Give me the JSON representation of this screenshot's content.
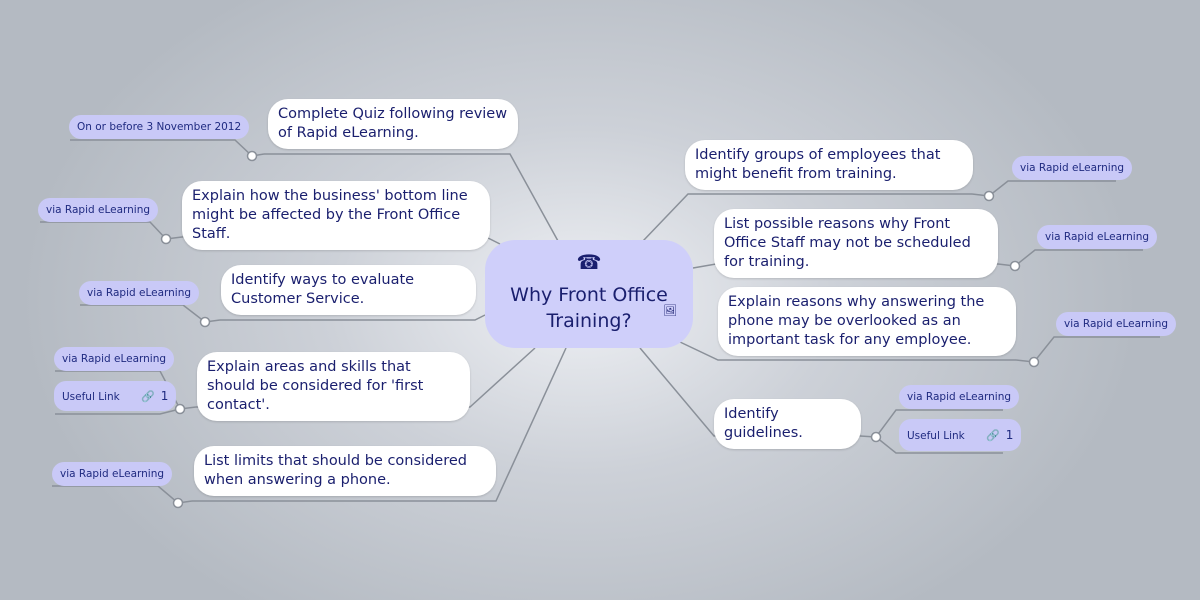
{
  "central": {
    "title": "Why Front Office Training?",
    "icon": "telephone-icon",
    "secondary_icon": "image-icon"
  },
  "branches": [
    {
      "text": "Complete Quiz following review of Rapid eLearning.",
      "notes": [
        {
          "label": "On or before 3 November 2012"
        }
      ]
    },
    {
      "text": "Explain how the business' bottom line might be affected by the Front Office Staff.",
      "notes": [
        {
          "label": "via Rapid eLearning"
        }
      ]
    },
    {
      "text": "Identify ways to evaluate Customer Service.",
      "notes": [
        {
          "label": "via Rapid eLearning"
        }
      ]
    },
    {
      "text": "Explain areas and skills that should be considered for 'first contact'.",
      "notes": [
        {
          "label": "via Rapid eLearning"
        },
        {
          "label": "Useful Link",
          "link_count": "1"
        }
      ]
    },
    {
      "text": "List limits that should be considered when answering a phone.",
      "notes": [
        {
          "label": "via Rapid eLearning"
        }
      ]
    },
    {
      "text": "Identify groups of employees that might benefit from training.",
      "notes": [
        {
          "label": "via Rapid eLearning"
        }
      ]
    },
    {
      "text": "List possible reasons why Front Office Staff may not be scheduled for training.",
      "notes": [
        {
          "label": "via Rapid eLearning"
        }
      ]
    },
    {
      "text": "Explain reasons why answering the phone may be overlooked as an important task for any employee.",
      "notes": [
        {
          "label": "via Rapid eLearning"
        }
      ]
    },
    {
      "text": "Identify guidelines.",
      "notes": [
        {
          "label": "via Rapid eLearning"
        },
        {
          "label": "Useful Link",
          "link_count": "1"
        }
      ]
    }
  ],
  "colors": {
    "connector": "#8a9099",
    "node_fill": "#ffffff",
    "note_fill": "#c9c9f7",
    "central_fill": "#cfcffa",
    "text": "#1a1f6e"
  }
}
